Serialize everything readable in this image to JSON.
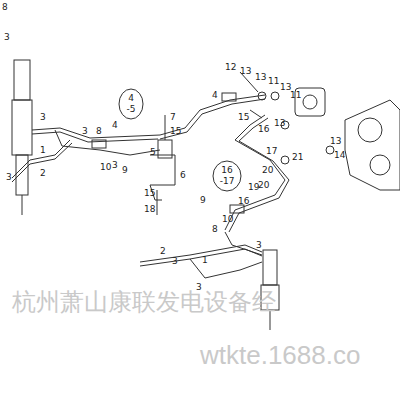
{
  "diagram": {
    "nodes": [
      {
        "text": [
          "4 -5"
        ]
      },
      {
        "text": [
          "16 -17"
        ]
      }
    ],
    "edges": [],
    "labels": [
      "8",
      "3",
      "12",
      "13",
      "13",
      "11",
      "13",
      "11",
      "4",
      "15",
      "16",
      "13",
      "13",
      "14",
      "17",
      "21",
      "20",
      "19",
      "20",
      "3",
      "1",
      "3",
      "2",
      "3",
      "8",
      "4",
      "10",
      "9",
      "7",
      "15",
      "5",
      "6",
      "15",
      "18",
      "9",
      "16",
      "8",
      "10",
      "2",
      "3",
      "1",
      "3",
      "3",
      "3",
      "杭州萧山康联发电设备经",
      "wtkte.1688.co"
    ]
  }
}
